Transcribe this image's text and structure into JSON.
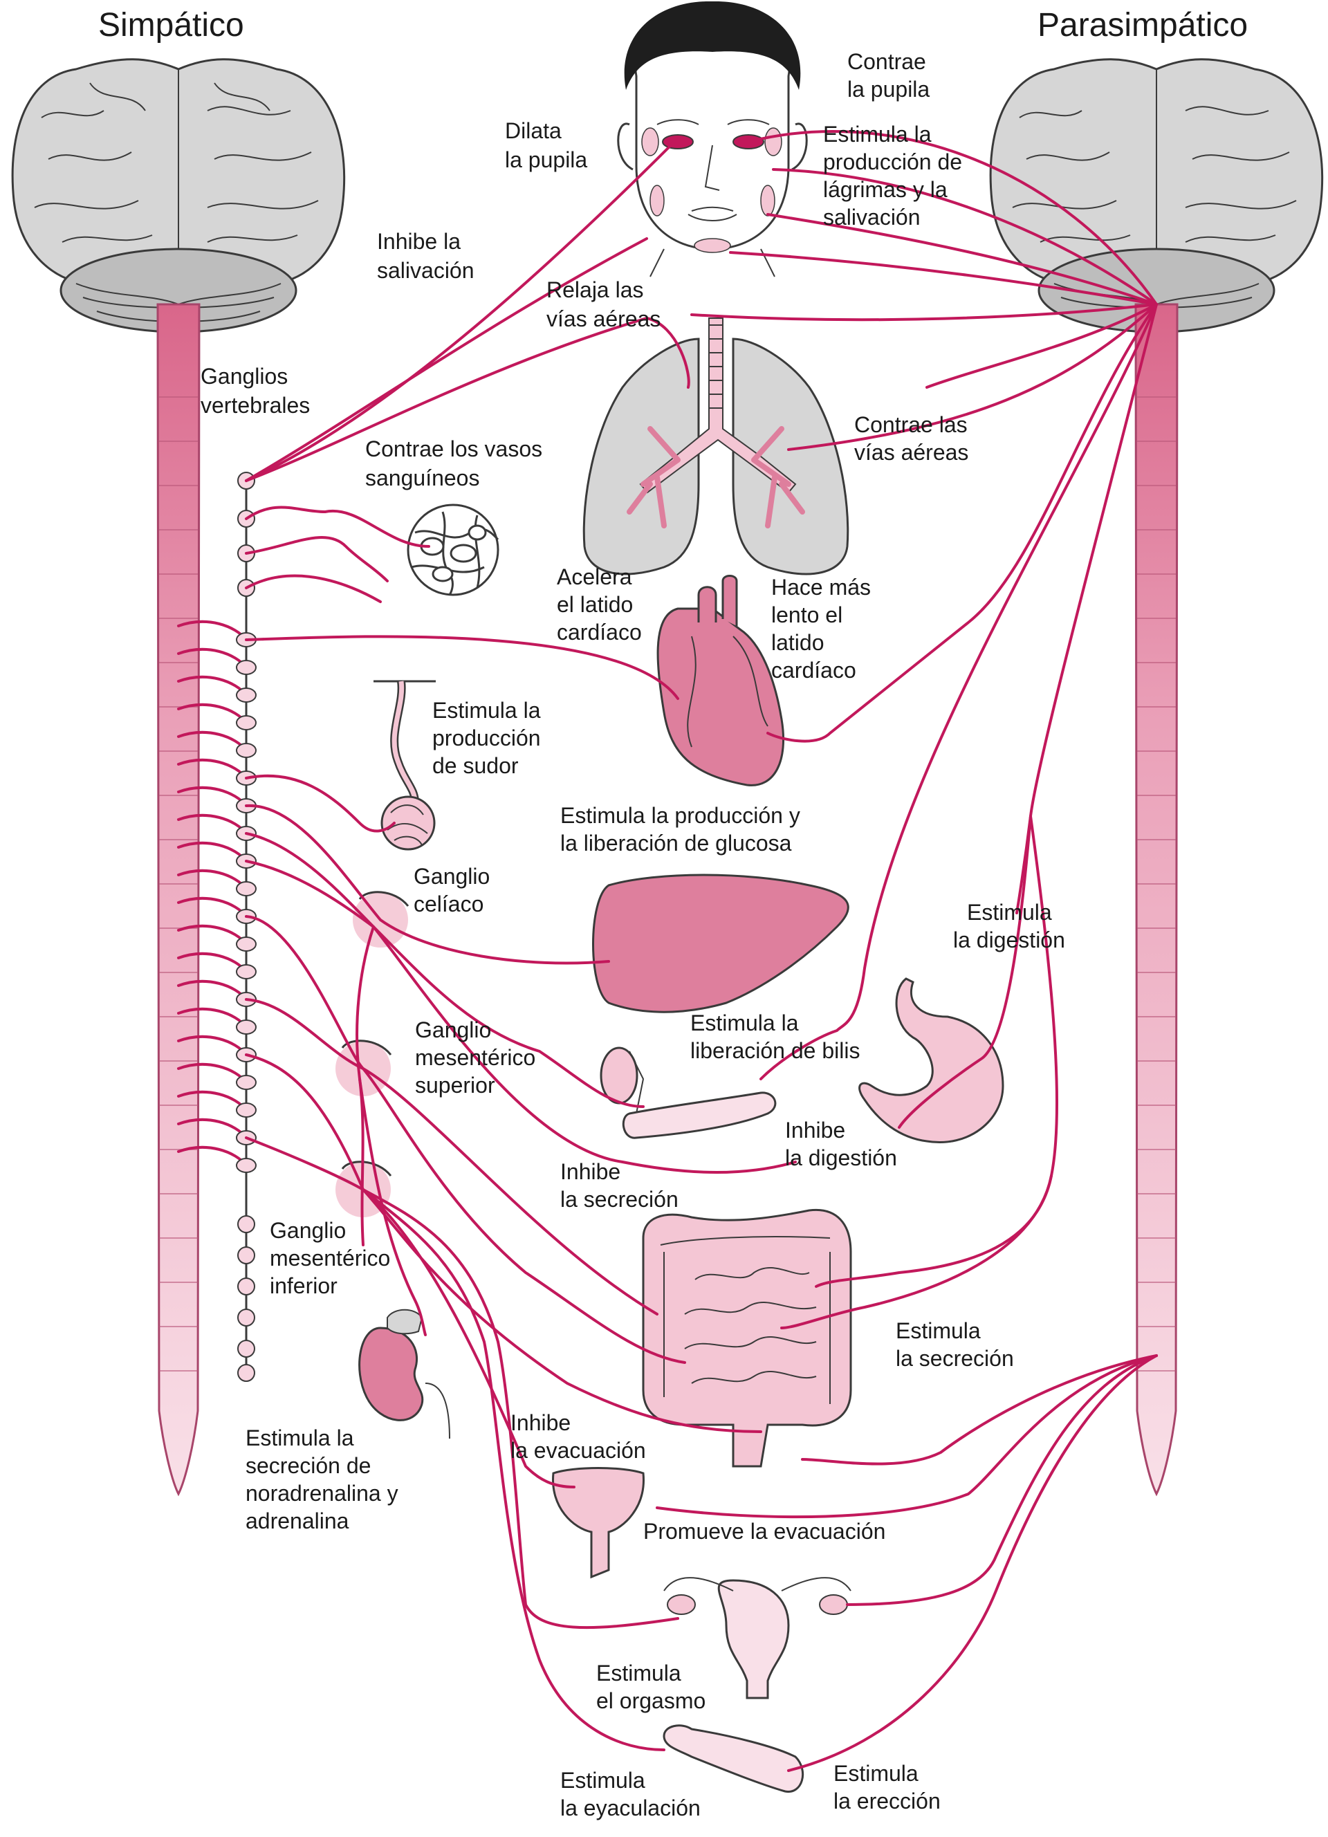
{
  "titles": {
    "sympathetic": "Simpático",
    "parasympathetic": "Parasimpático"
  },
  "labels": {
    "ganglios_vertebrales": [
      "Ganglios",
      "vertebrales"
    ],
    "inhibe_salivacion": [
      "Inhibe la",
      "salivación"
    ],
    "dilata_pupila": [
      "Dilata",
      "la pupila"
    ],
    "contrae_pupila": [
      "Contrae",
      "la pupila"
    ],
    "estimula_lagrimas": [
      "Estimula la",
      "producción de",
      "lágrimas y la",
      "salivación"
    ],
    "relaja_vias": [
      "Relaja las",
      "vías aéreas"
    ],
    "contrae_vias": [
      "Contrae las",
      "vías aéreas"
    ],
    "contrae_vasos": [
      "Contrae los vasos",
      "sanguíneos"
    ],
    "acelera_latido": [
      "Acelera",
      "el latido",
      "cardíaco"
    ],
    "lento_latido": [
      "Hace más",
      "lento el",
      "latido",
      "cardíaco"
    ],
    "sudor": [
      "Estimula la",
      "producción",
      "de sudor"
    ],
    "glucosa": [
      "Estimula la producción y",
      "la liberación de glucosa"
    ],
    "ganglio_celiaco": [
      "Ganglio",
      "celíaco"
    ],
    "estimula_digestion": [
      "Estimula",
      "la digestión"
    ],
    "ganglio_mes_sup": [
      "Ganglio",
      "mesentérico",
      "superior"
    ],
    "bilis": [
      "Estimula la",
      "liberación de bilis"
    ],
    "inhibe_digestion": [
      "Inhibe",
      "la digestión"
    ],
    "inhibe_secrecion": [
      "Inhibe",
      "la secreción"
    ],
    "ganglio_mes_inf": [
      "Ganglio",
      "mesentérico",
      "inferior"
    ],
    "estimula_secrecion": [
      "Estimula",
      "la secreción"
    ],
    "noradrenalina": [
      "Estimula la",
      "secreción de",
      "noradrenalina y",
      "adrenalina"
    ],
    "inhibe_evacuacion": [
      "Inhibe",
      "la evacuación"
    ],
    "promueve_evacuacion": [
      "Promueve la evacuación"
    ],
    "orgasmo": [
      "Estimula",
      "el orgasmo"
    ],
    "eyaculacion": [
      "Estimula",
      "la eyaculación"
    ],
    "ereccion": [
      "Estimula",
      "la erección"
    ]
  },
  "colors": {
    "nerve": "#c2185b",
    "organ_pink": "#f4c6d4",
    "organ_dark_pink": "#de7f9d",
    "spinal_cord": "#e592ad",
    "spinal_cord_light": "#f7d5e0",
    "brain_gray": "#d6d6d6"
  }
}
